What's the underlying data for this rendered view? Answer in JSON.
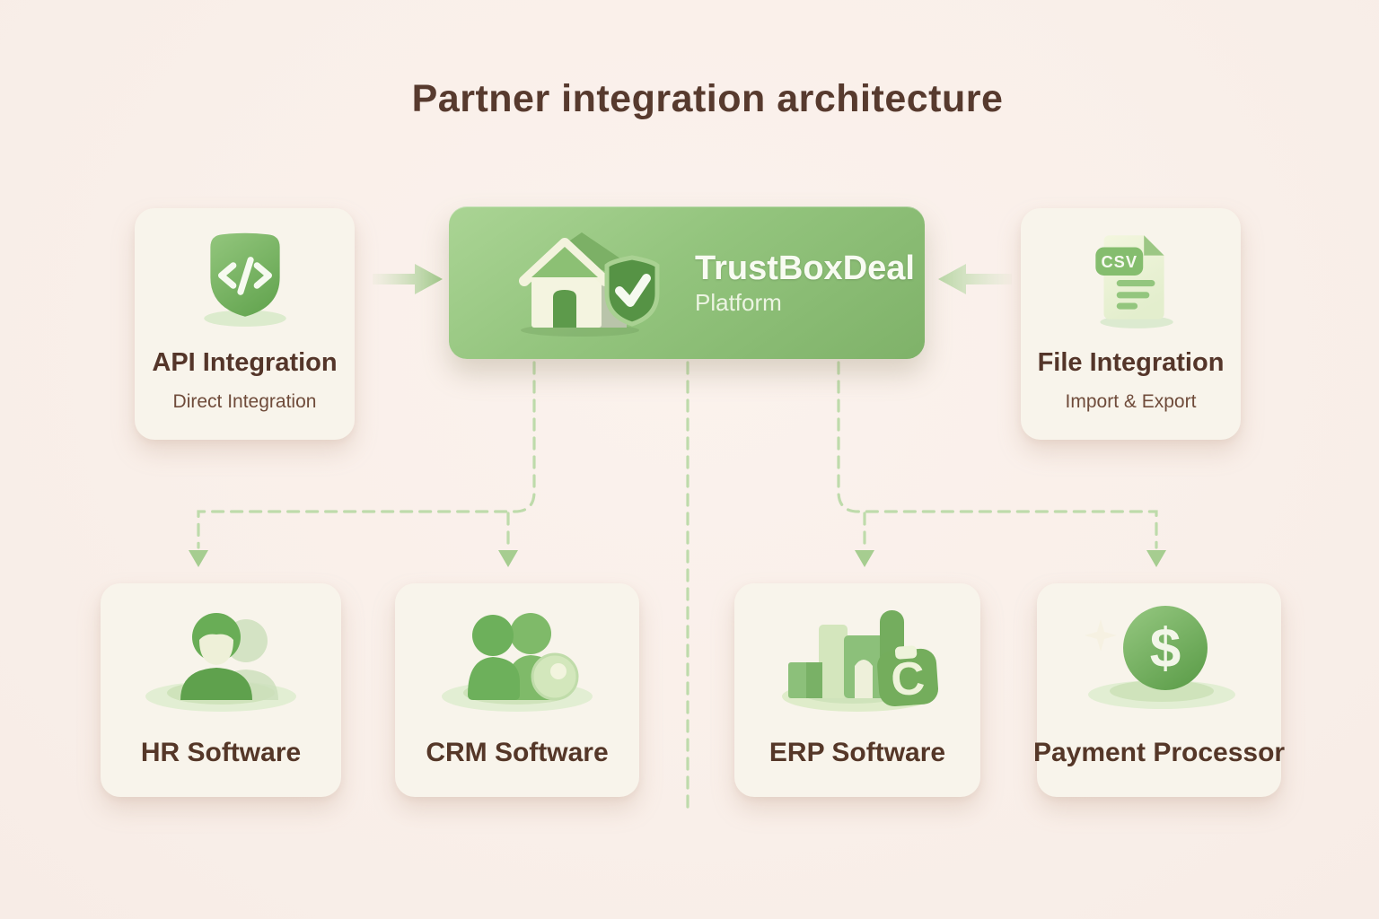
{
  "title": "Partner integration architecture",
  "platform": {
    "name": "TrustBoxDeal",
    "subtitle": "Platform",
    "icon": "house-shield-check-icon"
  },
  "sources": [
    {
      "title": "API Integration",
      "subtitle": "Direct Integration",
      "icon": "code-shield-icon"
    },
    {
      "title": "File Integration",
      "subtitle": "Import & Export",
      "icon": "csv-file-icon",
      "badge": "CSV"
    }
  ],
  "targets": [
    {
      "label": "HR Software",
      "icon": "person-icon"
    },
    {
      "label": "CRM Software",
      "icon": "people-icon"
    },
    {
      "label": "ERP Software",
      "icon": "modules-gear-icon",
      "glyph": "C"
    },
    {
      "label": "Payment Processor",
      "icon": "dollar-coin-icon",
      "glyph": "$"
    }
  ],
  "colors": {
    "background": "#f9efe9",
    "card_background": "#f8f4eb",
    "platform_green": "#8fc178",
    "icon_green": "#6fae5a",
    "connector_green": "#bedbab",
    "arrow_green": "#a3cb8d",
    "title_brown": "#573a2e",
    "label_brown": "#553728"
  }
}
